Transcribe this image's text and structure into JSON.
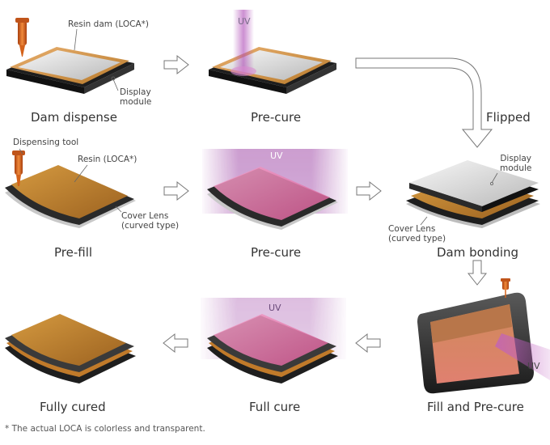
{
  "steps": [
    {
      "label": "Dam dispense"
    },
    {
      "label": "Pre-cure"
    },
    {
      "label": "Flipped"
    },
    {
      "label": "Pre-fill"
    },
    {
      "label": "Pre-cure"
    },
    {
      "label": "Dam bonding"
    },
    {
      "label": "Fill and Pre-cure"
    },
    {
      "label": "Full cure"
    },
    {
      "label": "Fully cured"
    }
  ],
  "callouts": {
    "resin_dam": "Resin dam (LOCA*)",
    "display_module_1": "Display",
    "display_module_2": "module",
    "dispensing_tool": "Dispensing tool",
    "resin": "Resin (LOCA*)",
    "cover_lens_1": "Cover Lens",
    "cover_lens_2": "(curved type)",
    "uv": "UV"
  },
  "footnote": "* The actual LOCA is colorless and transparent.",
  "colors": {
    "resin_orange": "#c98a2e",
    "tool_orange": "#d4621a",
    "uv_purple": "#b04fb8",
    "panel_dark": "#2a2a2a"
  }
}
